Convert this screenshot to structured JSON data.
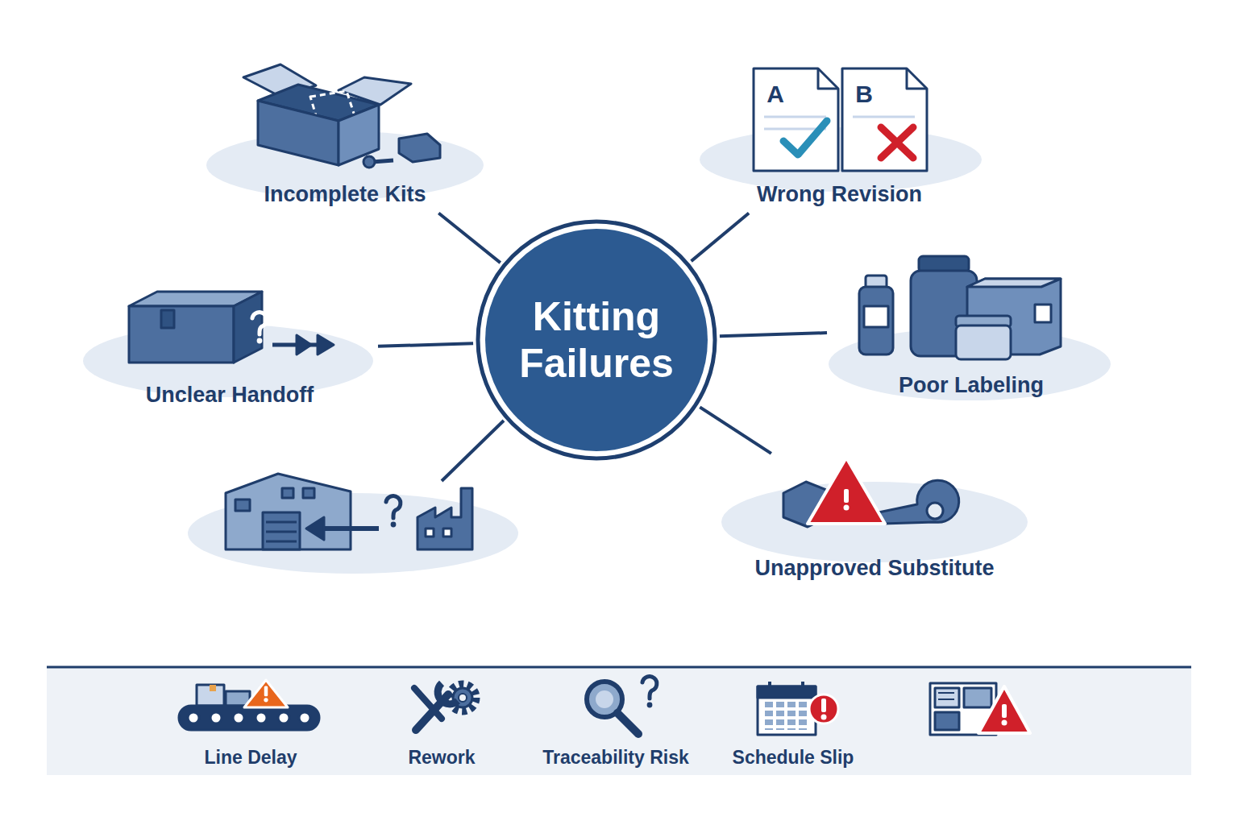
{
  "diagram": {
    "nodes": [
      {
        "text": [
          "Incomplete Kits"
        ]
      },
      {
        "text": [
          "Wrong Revision"
        ]
      },
      {
        "text": [
          "Kitting Failures"
        ]
      },
      {
        "text": [
          "Unclear Handoff"
        ]
      },
      {
        "text": [
          "Poor Labeling"
        ]
      },
      {
        "text": [
          "Unapproved Substitute"
        ]
      }
    ],
    "edges": [
      {
        "from": 2,
        "to": 0,
        "arrow": "none"
      },
      {
        "from": 2,
        "to": 1,
        "arrow": "none"
      },
      {
        "from": 2,
        "to": 3,
        "arrow": "none"
      },
      {
        "from": 2,
        "to": 4,
        "arrow": "none"
      },
      {
        "from": 2,
        "to": 5,
        "arrow": "none"
      }
    ],
    "labels": [
      "A",
      "B",
      "Line Delay",
      "Rework",
      "Traceability Risk",
      "Schedule Slip"
    ]
  }
}
